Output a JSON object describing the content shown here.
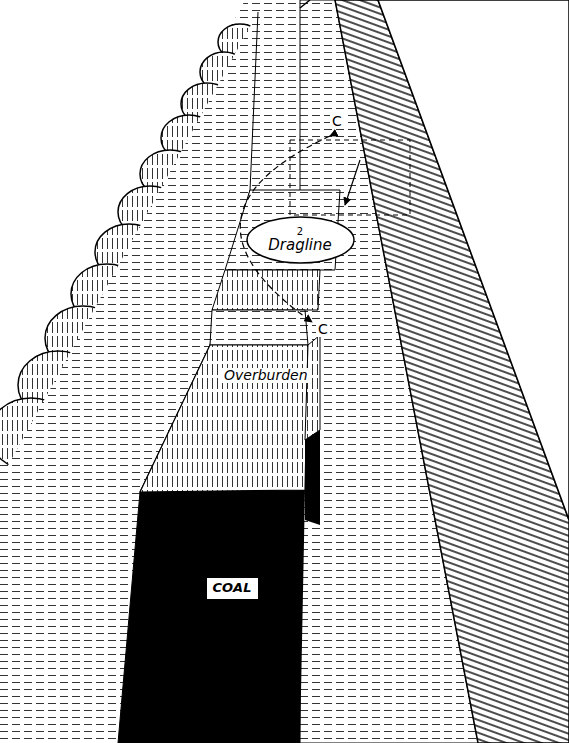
{
  "diagram": {
    "nodes": [
      {
        "text": [
          "2",
          "Dragline"
        ]
      },
      {
        "text": [
          "COAL"
        ]
      }
    ],
    "labels": [
      "Overburden",
      "C",
      "C"
    ]
  }
}
